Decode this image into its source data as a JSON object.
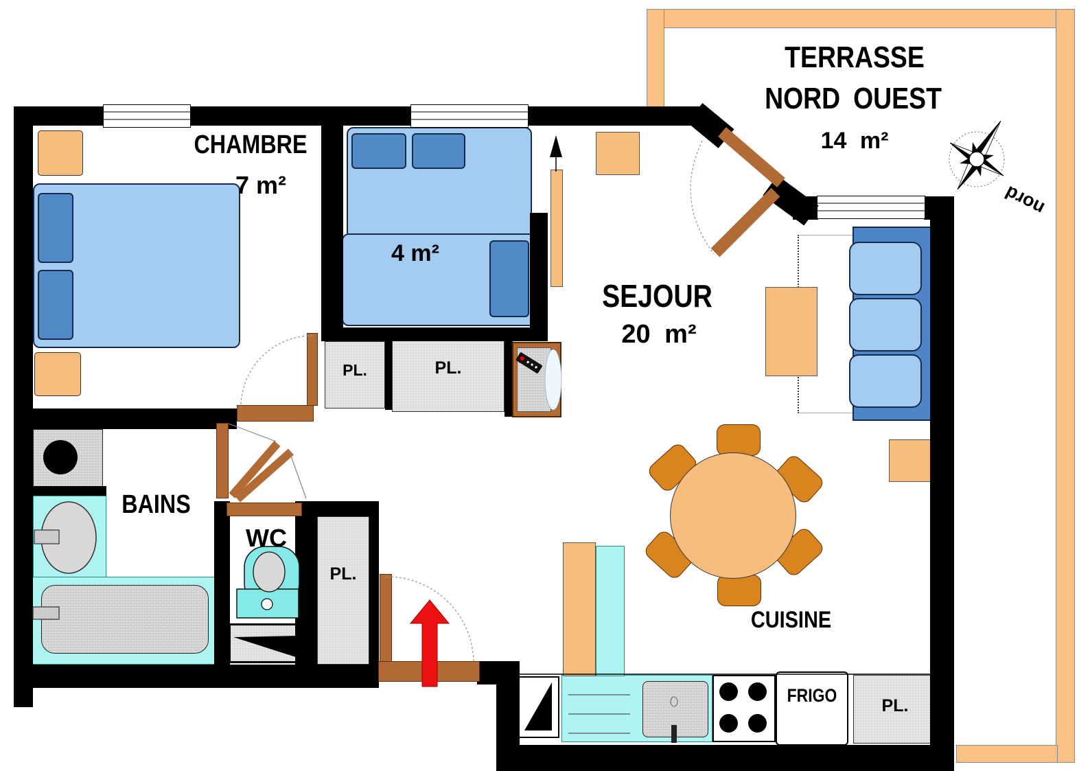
{
  "plan": {
    "type": "apartment-floor-plan"
  },
  "colors": {
    "wall": "#000000",
    "floor": "#ffffff",
    "light-orange": "#f7bd7f",
    "dark-orange": "#d9841e",
    "door-brown": "#b26b35",
    "railing": "#f9c183",
    "bed-blue": "#a3ccf0",
    "accent-blue": "#5289c7",
    "sofa-blue": "#4e86c5",
    "cyan": "#aef4f2",
    "cyan-strong": "#84e9e7",
    "gray-fixture": "#d8d8d8",
    "gray-closet": "#e4e4e4",
    "arrow-red": "#ee1111"
  },
  "rooms": {
    "chambre": {
      "name": "CHAMBRE",
      "area": "7 m²"
    },
    "alcove": {
      "area": "4 m²"
    },
    "sejour": {
      "name": "SEJOUR",
      "area": "20 m²"
    },
    "terrasse": {
      "line1": "TERRASSE",
      "line2": "NORD OUEST",
      "area": "14 m²"
    },
    "bains": {
      "name": "BAINS"
    },
    "wc": {
      "name": "WC"
    },
    "cuisine": {
      "name": "CUISINE"
    }
  },
  "fixtures": {
    "frigo": "FRIGO",
    "closet": "PL."
  },
  "compass": {
    "label": "nord"
  }
}
